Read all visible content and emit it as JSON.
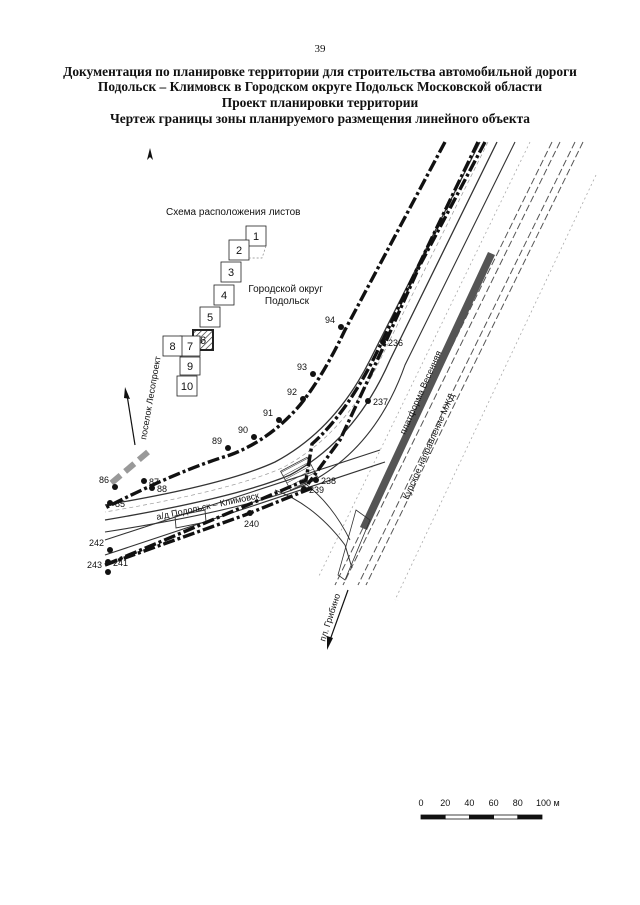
{
  "page_number": "39",
  "header": {
    "line1": "Документация по планировке территории для строительства автомобильной дороги",
    "line2": "Подольск – Климовск в Городском округе Подольск Московской области",
    "line3": "Проект планировки территории",
    "line4": "Чертеж границы зоны планируемого размещения линейного объекта"
  },
  "inset": {
    "title": "Схема расположения листов",
    "sheets": [
      "1",
      "2",
      "3",
      "4",
      "5",
      "6",
      "7",
      "8",
      "9",
      "10"
    ],
    "highlighted_sheet": "6"
  },
  "map_labels": {
    "district": [
      "Городской округ",
      "Подольск"
    ],
    "road": "а/д Подольск – Климовск",
    "platform": "платформа Весенняя",
    "railway": "Курское направление МЖД",
    "dir_settlement": "поселок Лесопроект",
    "dir_gribovo": "пл. Грибино"
  },
  "boundary_points": [
    "94",
    "93",
    "92",
    "91",
    "90",
    "89",
    "88",
    "87",
    "86",
    "85",
    "236",
    "237",
    "238",
    "239",
    "240",
    "241",
    "242",
    "243"
  ],
  "scale_bar": {
    "ticks": [
      "0",
      "20",
      "40",
      "60",
      "80",
      "100 м"
    ],
    "max_value": 100,
    "unit": "м"
  }
}
